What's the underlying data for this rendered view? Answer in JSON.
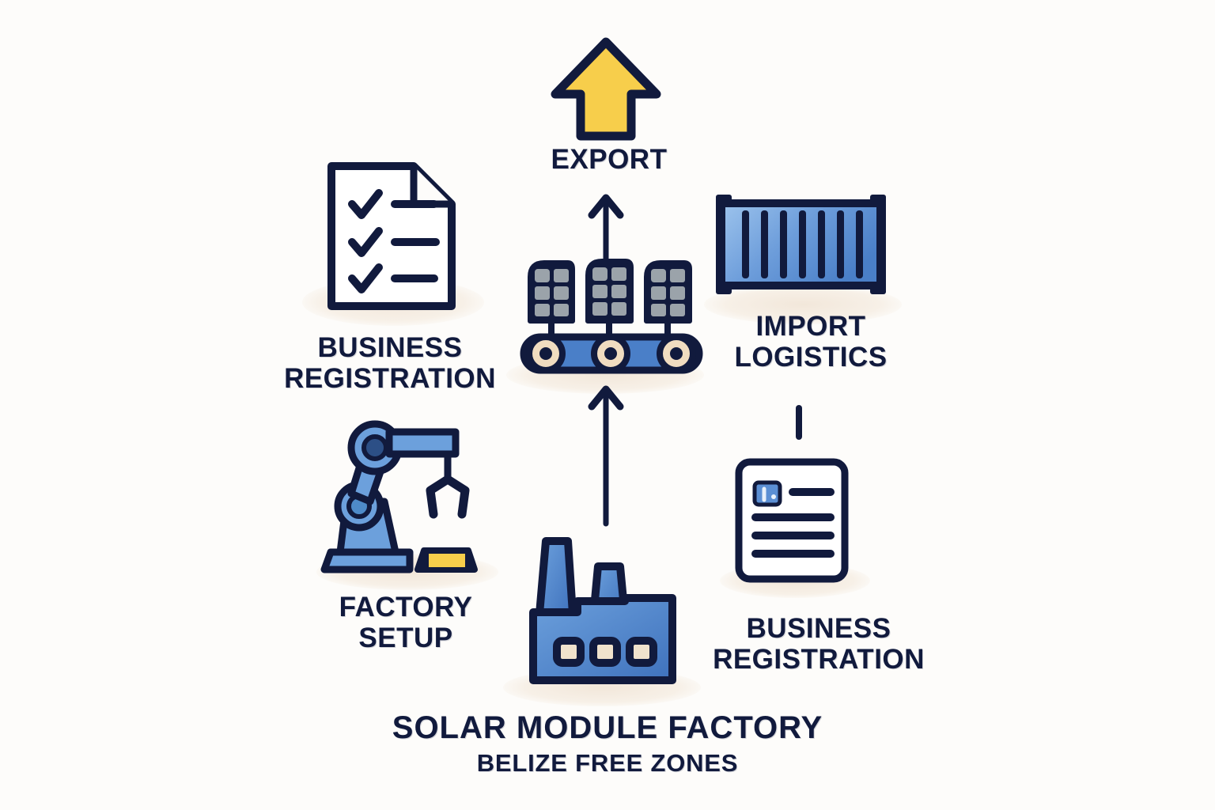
{
  "diagram": {
    "title_main": "SOLAR MODULE FACTORY",
    "title_sub": "BELIZE FREE ZONES",
    "background_color": "#FDFCFA",
    "outline_color": "#111A3D",
    "accent_yellow": "#F7CE4B",
    "accent_blue": "#5B8FD4",
    "accent_blue_light": "#8FB8E8",
    "accent_cream": "#F0DCC0",
    "cell_gray": "#9BA3AA"
  },
  "nodes": [
    {
      "id": "export",
      "label": "EXPORT",
      "icon": "up-arrow-icon",
      "icon_color": "#F7CE4B"
    },
    {
      "id": "business-registration-left",
      "label": "BUSINESS\nREGISTRATION",
      "icon": "checklist-document-icon",
      "icon_color": "#FFFFFF"
    },
    {
      "id": "production-line",
      "label": "",
      "icon": "solar-panel-conveyor-icon",
      "icon_color": "#5B8FD4"
    },
    {
      "id": "import-logistics",
      "label": "IMPORT\nLOGISTICS",
      "icon": "shipping-container-icon",
      "icon_color": "#5B8FD4"
    },
    {
      "id": "factory-setup",
      "label": "FACTORY\nSETUP",
      "icon": "robot-arm-icon",
      "icon_color": "#6CA0DC"
    },
    {
      "id": "solar-module-factory",
      "label": "",
      "icon": "factory-icon",
      "icon_color": "#5B8FD4"
    },
    {
      "id": "business-registration-right",
      "label": "BUSINESS\nREGISTRATION",
      "icon": "id-document-icon",
      "icon_color": "#FFFFFF"
    }
  ],
  "connectors": [
    {
      "id": "factory-to-production",
      "type": "arrow-up",
      "from": "solar-module-factory",
      "to": "production-line"
    },
    {
      "id": "production-to-export",
      "type": "arrow-up",
      "from": "production-line",
      "to": "export"
    },
    {
      "id": "logistics-to-registration",
      "type": "dash-vertical",
      "from": "import-logistics",
      "to": "business-registration-right"
    }
  ]
}
